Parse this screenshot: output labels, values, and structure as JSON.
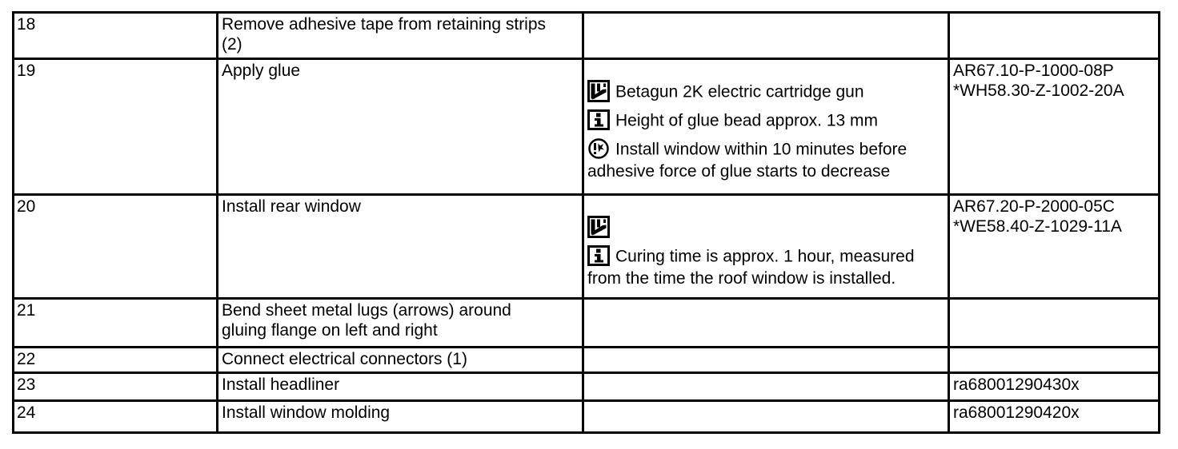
{
  "colors": {
    "border": "#000000",
    "text": "#000000",
    "background": "#ffffff"
  },
  "icons": {
    "tool": "special-tool-icon",
    "info": "info-icon",
    "time": "time-note-icon"
  },
  "table": {
    "rows": [
      {
        "num": "18",
        "task": "Remove adhesive tape from retaining strips\n(2)",
        "notes": [],
        "refs": ""
      },
      {
        "num": "19",
        "task": "Apply glue",
        "notes": [
          {
            "icon": "tool",
            "text": "Betagun 2K electric cartridge gun"
          },
          {
            "icon": "info",
            "text": "Height of glue bead approx. 13 mm"
          },
          {
            "icon": "time",
            "text": "Install window within 10 minutes before\nadhesive force of glue starts to decrease"
          }
        ],
        "refs": "AR67.10-P-1000-08P\n*WH58.30-Z-1002-20A"
      },
      {
        "num": "20",
        "task": "Install rear window",
        "notes": [
          {
            "icon": "tool",
            "text": ""
          },
          {
            "icon": "info",
            "text": "Curing time is approx. 1 hour, measured\nfrom the time the roof window is installed."
          }
        ],
        "refs": "AR67.20-P-2000-05C\n*WE58.40-Z-1029-11A"
      },
      {
        "num": "21",
        "task": "Bend sheet metal lugs (arrows) around\ngluing flange on left and right",
        "notes": [],
        "refs": ""
      },
      {
        "num": "22",
        "task": "Connect electrical connectors (1)",
        "notes": [],
        "refs": ""
      },
      {
        "num": "23",
        "task": "Install headliner",
        "notes": [],
        "refs": "ra68001290430x"
      },
      {
        "num": "24",
        "task": "Install window molding",
        "notes": [],
        "refs": "ra68001290420x"
      }
    ]
  }
}
